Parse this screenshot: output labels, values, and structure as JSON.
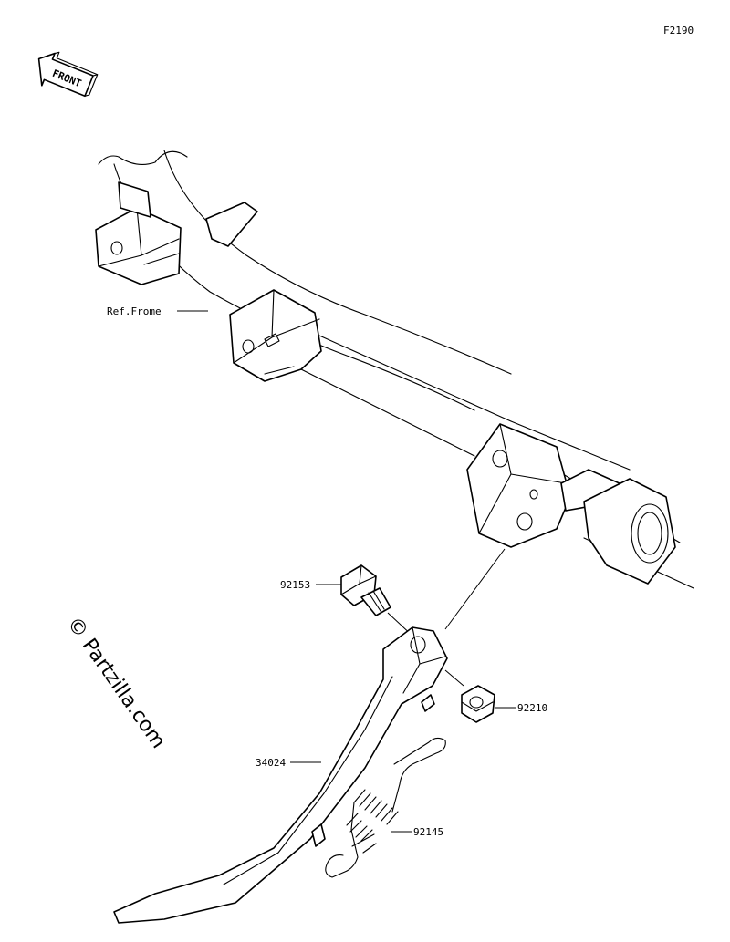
{
  "figure_code": "F2190",
  "front_marker": "FRONT",
  "watermark": "© Partzilla.com",
  "reference_label": "Ref.Frome",
  "parts": [
    {
      "number": "92153"
    },
    {
      "number": "92210"
    },
    {
      "number": "34024"
    },
    {
      "number": "92145"
    }
  ],
  "colors": {
    "line": "#000000",
    "background": "#ffffff"
  }
}
